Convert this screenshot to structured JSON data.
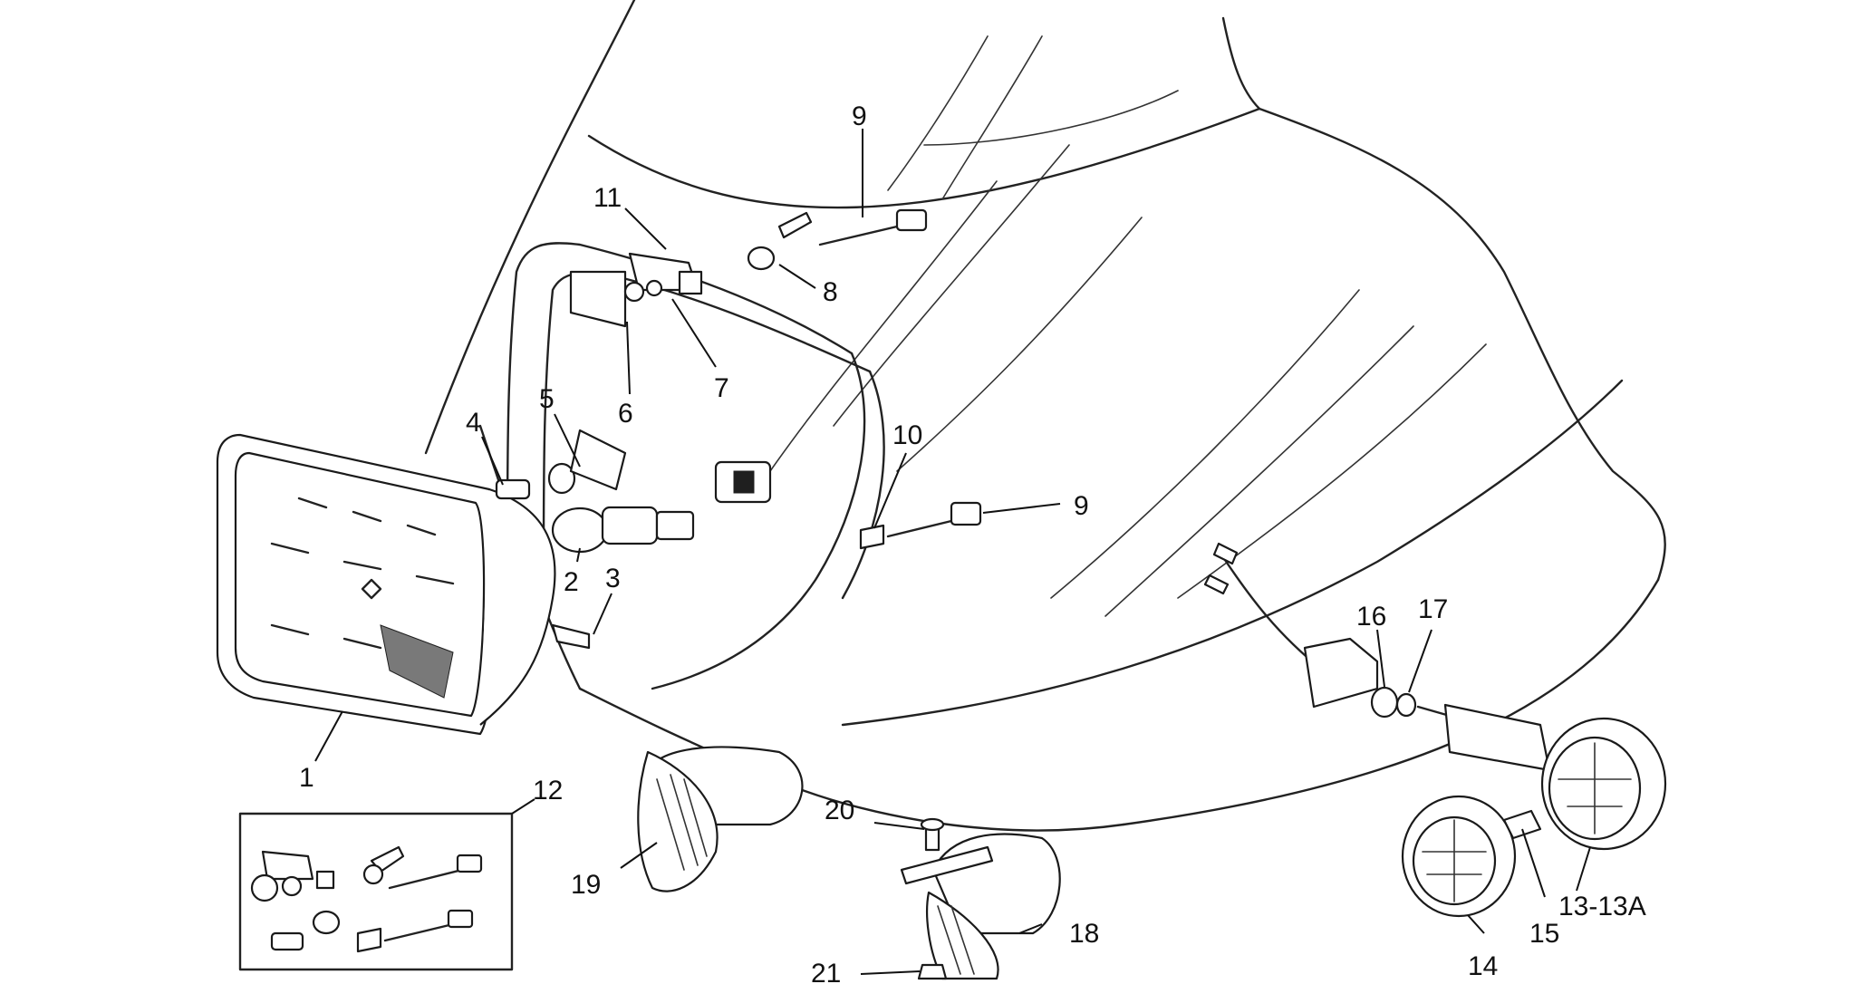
{
  "diagram": {
    "labels": {
      "l1": "1",
      "l2": "2",
      "l3": "3",
      "l4": "4",
      "l5": "5",
      "l6": "6",
      "l7": "7",
      "l8": "8",
      "l9a": "9",
      "l9b": "9",
      "l10": "10",
      "l11": "11",
      "l12": "12",
      "l13": "13-13A",
      "l14": "14",
      "l15": "15",
      "l16": "16",
      "l17": "17",
      "l18": "18",
      "l19": "19",
      "l20": "20",
      "l21": "21"
    }
  }
}
